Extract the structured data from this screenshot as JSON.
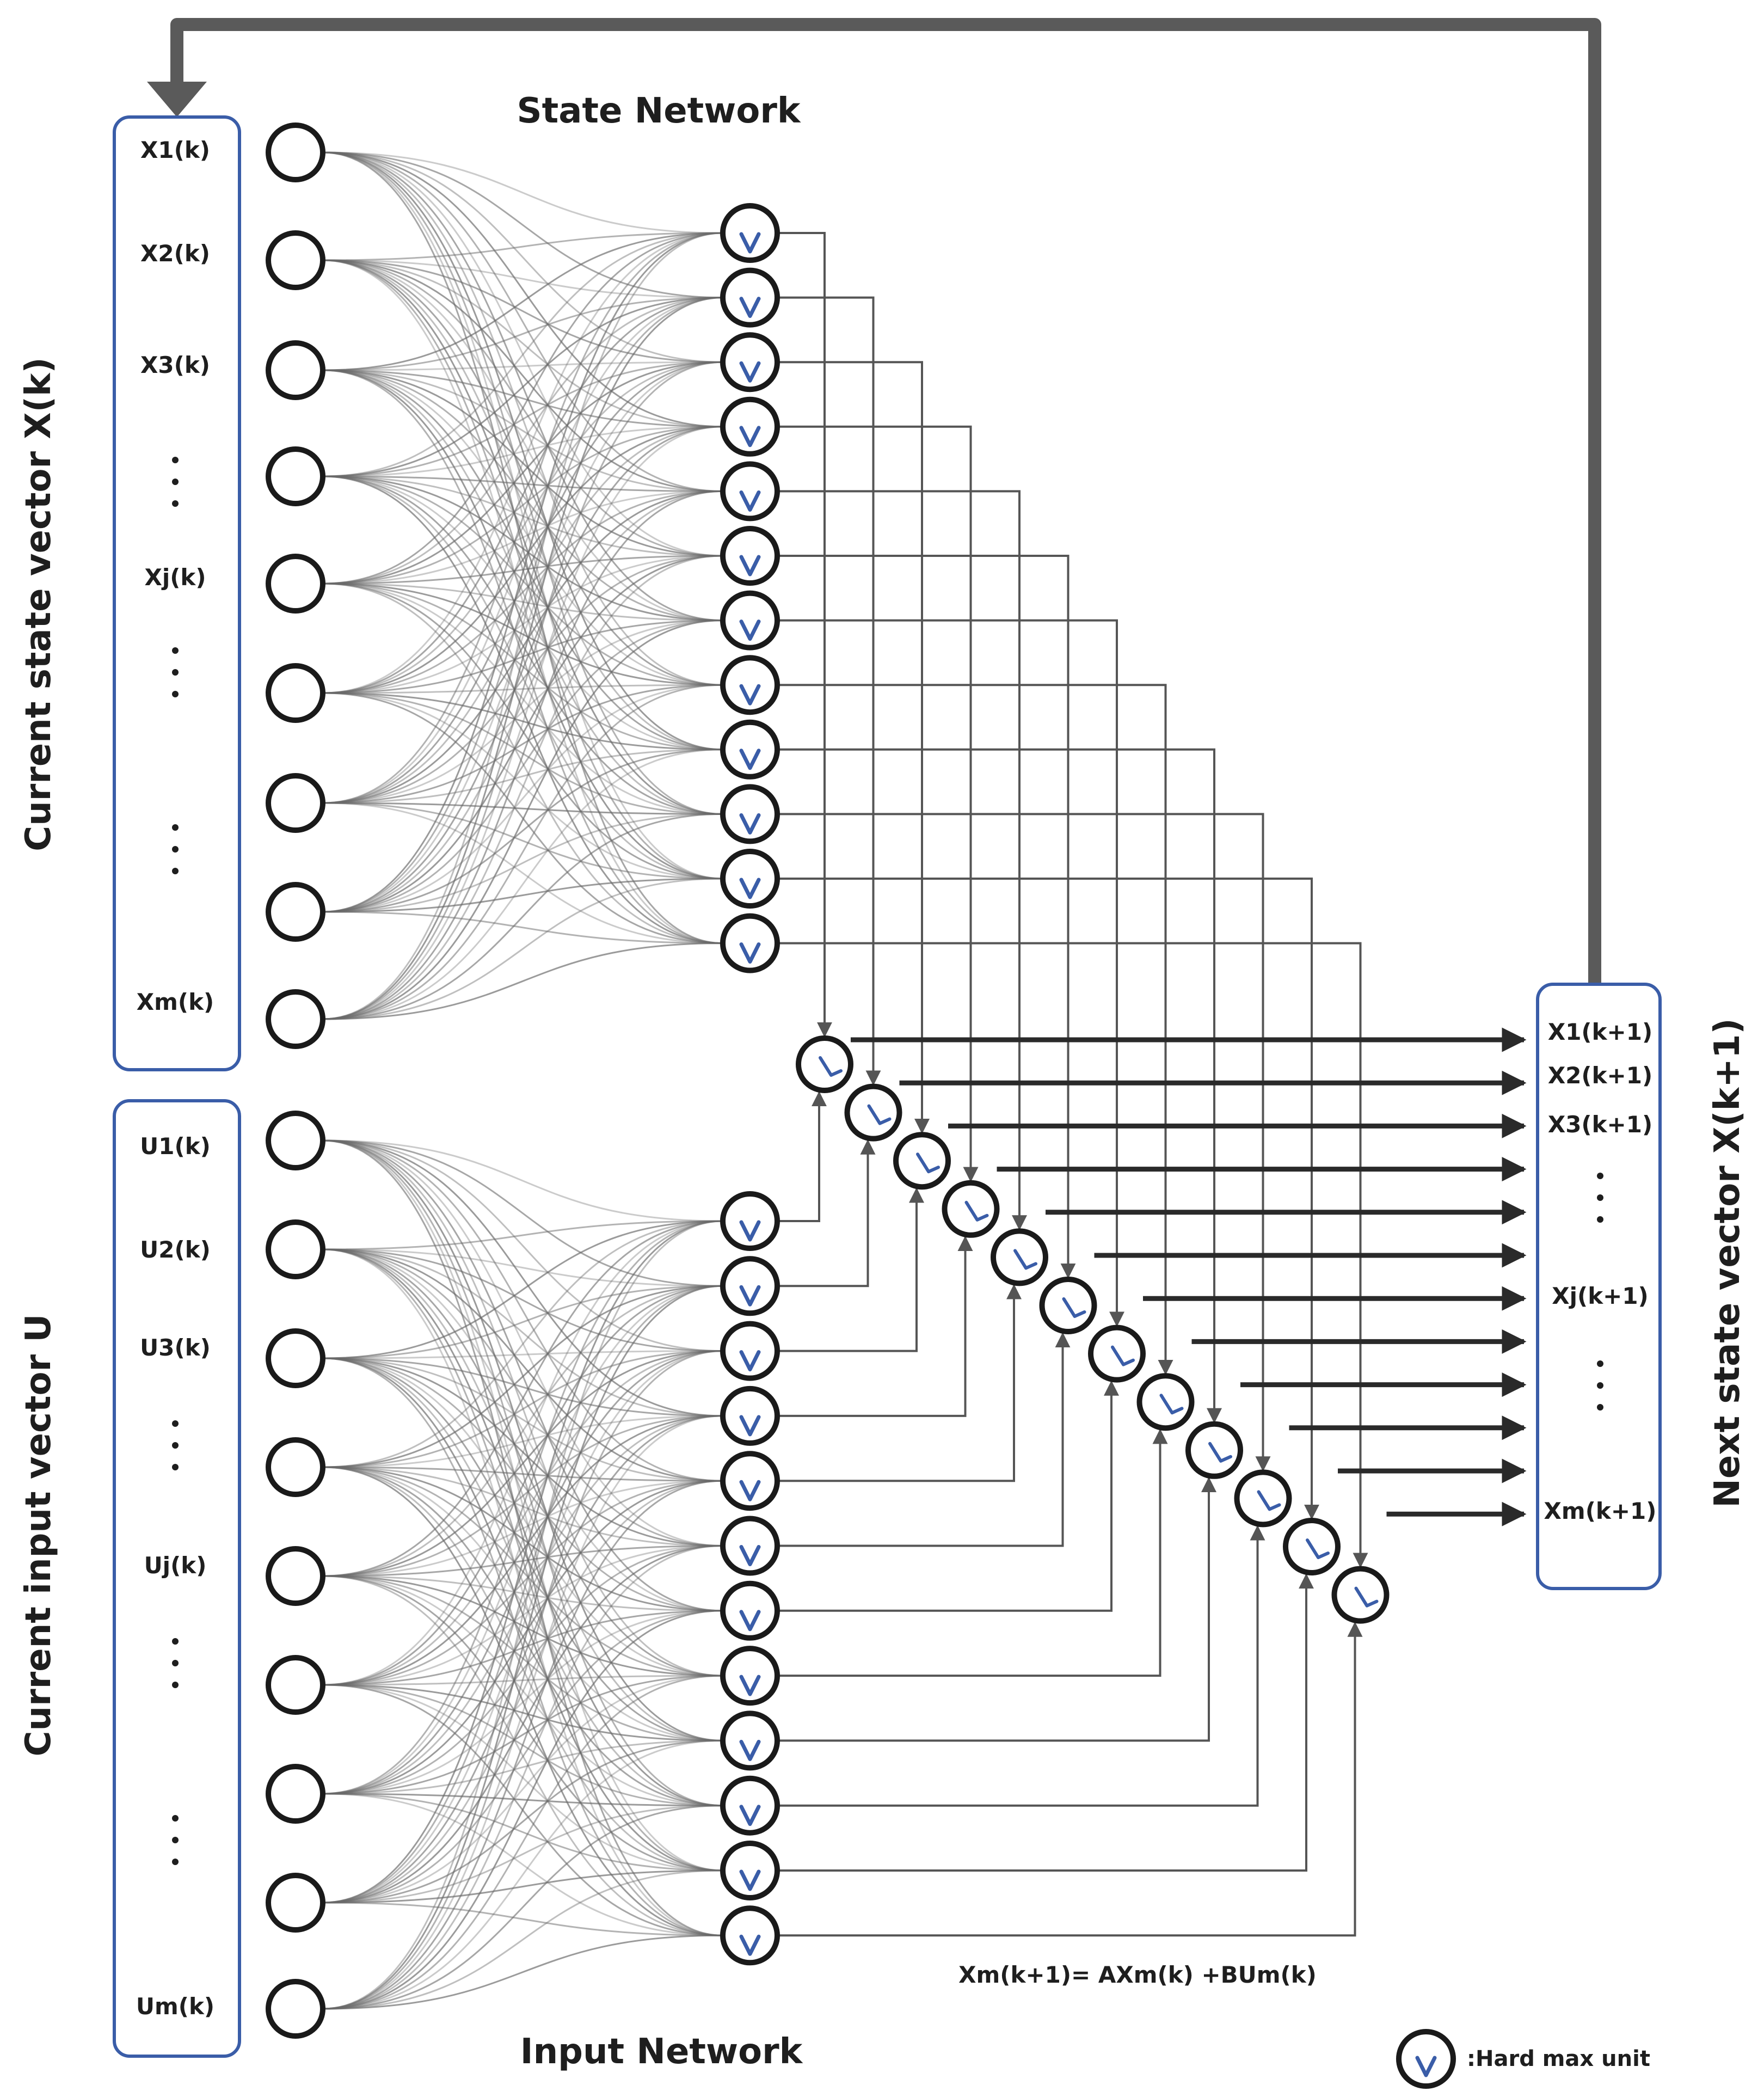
{
  "titles": {
    "state_network": "State Network",
    "input_network": "Input Network"
  },
  "side_labels": {
    "state": "Current  state vector X(k)",
    "input": "Current  input vector U",
    "output": "Next state vector X(k+1)"
  },
  "state_box_labels": [
    "X1(k)",
    "X2(k)",
    "X3(k)",
    ":",
    "Xj(k)",
    ":",
    ":",
    "",
    "Xm(k)"
  ],
  "input_box_labels": [
    "U1(k)",
    "U2(k)",
    "U3(k)",
    ":",
    "Uj(k)",
    ":",
    ":",
    "",
    "Um(k)"
  ],
  "output_box_labels": [
    "X1(k+1)",
    "X2(k+1)",
    "X3(k+1)",
    ":",
    "",
    "Xj(k+1)",
    ":",
    "",
    "",
    "",
    "",
    "Xm(k+1)"
  ],
  "equation": "Xm(k+1)= AXm(k) +BUm(k)",
  "legend": {
    "label": ":Hard max unit"
  },
  "colors": {
    "box_border": "#3a5da8",
    "hardmax_mark": "#3a5da8",
    "line": "#555555",
    "node": "#1a1a1a",
    "feedback": "#5a5a5a"
  }
}
